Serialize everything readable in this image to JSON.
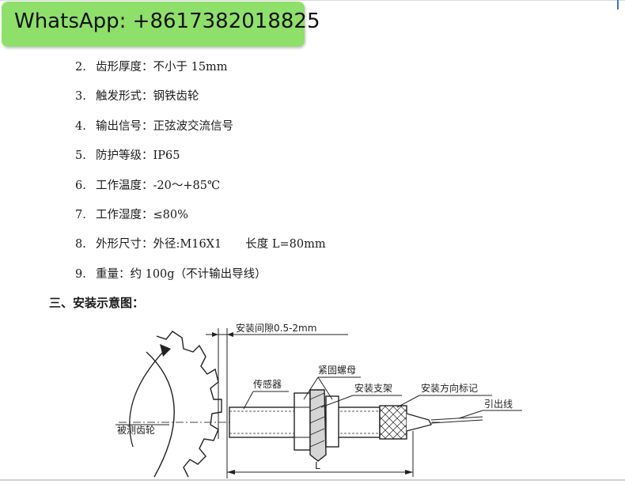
{
  "banner": {
    "text": "WhatsApp: +8617382018825",
    "color": "#8ee06a"
  },
  "specs": [
    {
      "num": "2.",
      "label": "齿形厚度：",
      "value": "不小于 15mm"
    },
    {
      "num": "3.",
      "label": "触发形式：",
      "value": "钢铁齿轮"
    },
    {
      "num": "4.",
      "label": "输出信号：",
      "value": "正弦波交流信号"
    },
    {
      "num": "5.",
      "label": "防护等级：",
      "value": "IP65"
    },
    {
      "num": "6.",
      "label": "工作温度：",
      "value": "-20～+85℃"
    },
    {
      "num": "7.",
      "label": "工作湿度：",
      "value": "≤80%"
    },
    {
      "num": "8.",
      "label": "外形尺寸：",
      "value": "外径:M16X1",
      "extra": "长度 L=80mm"
    },
    {
      "num": "9.",
      "label": "重量：",
      "value": "约 100g（不计输出导线）"
    }
  ],
  "section": {
    "heading": "三、安装示意图："
  },
  "diagram": {
    "gap_label": "安装间隙0.5-2mm",
    "nut_label": "紧固螺母",
    "sensor_label": "传感器",
    "bracket_label": "安装支架",
    "direction_label": "安装方向标记",
    "lead_label": "引出线",
    "gear_label": "被测齿轮",
    "length_label": "L"
  }
}
